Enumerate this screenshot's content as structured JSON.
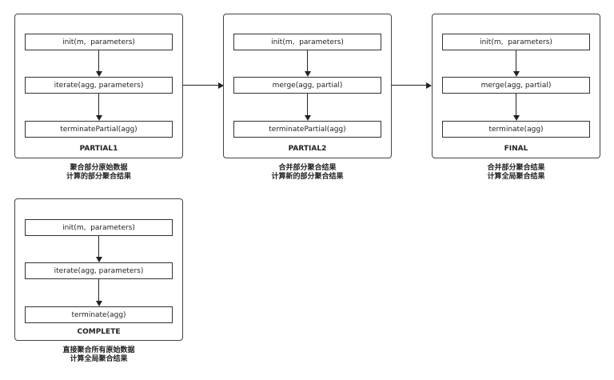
{
  "panels": [
    {
      "title": "PARTIAL1",
      "steps": [
        "init(m,  parameters)",
        "iterate(agg, parameters)",
        "terminatePartial(agg)"
      ],
      "desc_line1": "聚合部分原始数据",
      "desc_line2": "计算的部分聚合结果"
    },
    {
      "title": "PARTIAL2",
      "steps": [
        "init(m,  parameters)",
        "merge(agg, partial)",
        "terminatePartial(agg)"
      ],
      "desc_line1": "合并部分聚合结果",
      "desc_line2": "计算新的部分聚合结果"
    },
    {
      "title": "FINAL",
      "steps": [
        "init(m,  parameters)",
        "merge(agg, partial)",
        "terminate(agg)"
      ],
      "desc_line1": "合并部分聚合结果",
      "desc_line2": "计算全局聚合结果"
    },
    {
      "title": "COMPLETE",
      "steps": [
        "init(m,  parameters)",
        "iterate(agg, parameters)",
        "terminate(agg)"
      ],
      "desc_line1": "直接聚合所有原始数据",
      "desc_line2": "计算全局聚合结果"
    }
  ]
}
